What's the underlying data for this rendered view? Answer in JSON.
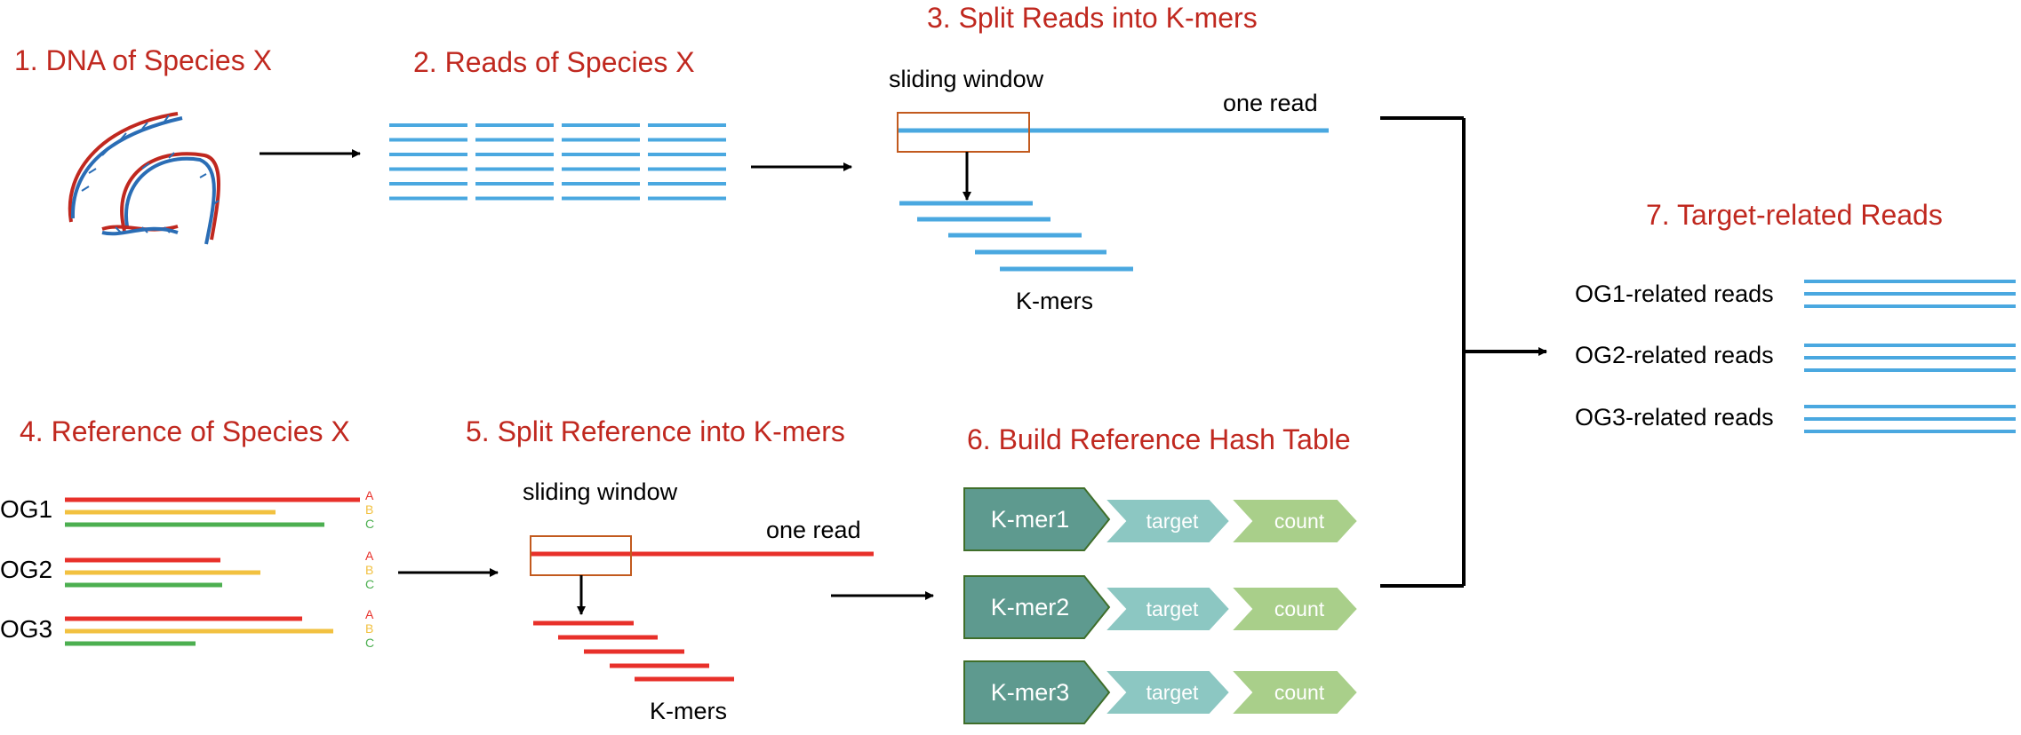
{
  "colors": {
    "title": "#c0281f",
    "read_blue": "#4aa8e0",
    "ref_red": "#e8302a",
    "ref_yellow": "#f2c140",
    "ref_green": "#4caf50",
    "window_box": "#c25a1e",
    "kmer_fill": "#5e9a8f",
    "target_fill": "#8cc7c2",
    "count_fill": "#a9cf8a"
  },
  "steps": {
    "s1": "1. DNA of Species X",
    "s2": "2. Reads of Species X",
    "s3": "3. Split Reads into K-mers",
    "s4": "4. Reference of Species X",
    "s5": "5. Split Reference  into K-mers",
    "s6": "6. Build Reference Hash Table",
    "s7": "7. Target-related Reads"
  },
  "split_reads": {
    "window_label": "sliding window",
    "read_label": "one read",
    "kmers_label": "K-mers"
  },
  "reference": {
    "groups": [
      {
        "name": "OG1",
        "letters": [
          "A",
          "B",
          "C"
        ]
      },
      {
        "name": "OG2",
        "letters": [
          "A",
          "B",
          "C"
        ]
      },
      {
        "name": "OG3",
        "letters": [
          "A",
          "B",
          "C"
        ]
      }
    ]
  },
  "split_reference": {
    "window_label": "sliding window",
    "read_label": "one read",
    "kmers_label": "K-mers"
  },
  "hash_table": {
    "rows": [
      {
        "key": "K-mer1",
        "target": "target",
        "count": "count"
      },
      {
        "key": "K-mer2",
        "target": "target",
        "count": "count"
      },
      {
        "key": "K-mer3",
        "target": "target",
        "count": "count"
      }
    ]
  },
  "target_reads": {
    "items": [
      {
        "label": "OG1-related reads"
      },
      {
        "label": "OG2-related reads"
      },
      {
        "label": "OG3-related reads"
      }
    ]
  },
  "icons": [
    "dna-helix-icon",
    "arrow-right-icon",
    "arrow-down-icon"
  ]
}
